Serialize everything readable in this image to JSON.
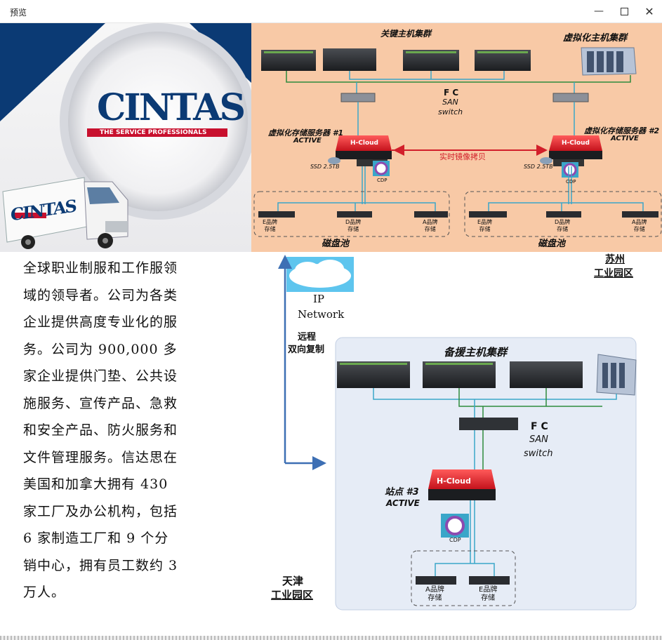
{
  "window": {
    "title": "预览"
  },
  "logo": {
    "brand": "CINTAS",
    "tagline": "THE SERVICE PROFESSIONALS",
    "truck_brand": "CINTAS"
  },
  "body_text": [
    "全球职业制服和工作服领",
    "域的领导者。公司为各类",
    "企业提供高度专业化的服",
    "务。公司为 900,000 多",
    "家企业提供门垫、公共设",
    "施服务、宣传产品、急救",
    "和安全产品、防火服务和",
    "文件管理服务。信达思在",
    "美国和加拿大拥有 430",
    "家工厂及办公机构，包括",
    "6 家制造工厂和 9 个分",
    "销中心，拥有员工数约 3",
    "万人。"
  ],
  "suzhou": {
    "cluster_title": "关键主机集群",
    "virtual_cluster_title": "虚拟化主机集群",
    "fc_label": "F C",
    "san_label": "SAN",
    "switch_label": "switch",
    "server1_title": "虚拟化存储服务器 #1",
    "server1_status": "ACTIVE",
    "server2_title": "虚拟化存储服务器 #2",
    "server2_status": "ACTIVE",
    "mirror_label": "实时镜像拷贝",
    "ssd1": "SSD 2.5TB",
    "ssd2": "SSD 2.5TB",
    "cdp": "CDP",
    "hcloud": "H-Cloud",
    "storage_left": [
      "E品牌\n存储",
      "D品牌\n存储",
      "A品牌\n存储"
    ],
    "storage_right": [
      "E品牌\n存储",
      "D品牌\n存储",
      "A品牌\n存储"
    ],
    "disk_pool": "磁盘池",
    "site_line1": "苏州",
    "site_line2": "工业园区"
  },
  "network": {
    "ip_line1": "IP",
    "ip_line2": "Network",
    "remote_line1": "远程",
    "remote_line2": "双向复制"
  },
  "tianjin": {
    "cluster_title": "备援主机集群",
    "fc_label": "F C",
    "san_label": "SAN",
    "switch_label": "switch",
    "site_title": "站点 #3",
    "site_status": "ACTIVE",
    "cdp": "CDP",
    "hcloud": "H-Cloud",
    "storage": [
      "A品牌\n存储",
      "E品牌\n存储"
    ],
    "site_line1": "天津",
    "site_line2": "工业园区"
  },
  "colors": {
    "peach": "#f8c9a6",
    "navy": "#0b3a74",
    "red": "#c8102e",
    "green": "#2e8b3d",
    "cyan": "#3aa6c9",
    "mirror_red": "#d21f2a",
    "pale_blue": "#e6ecf6"
  }
}
